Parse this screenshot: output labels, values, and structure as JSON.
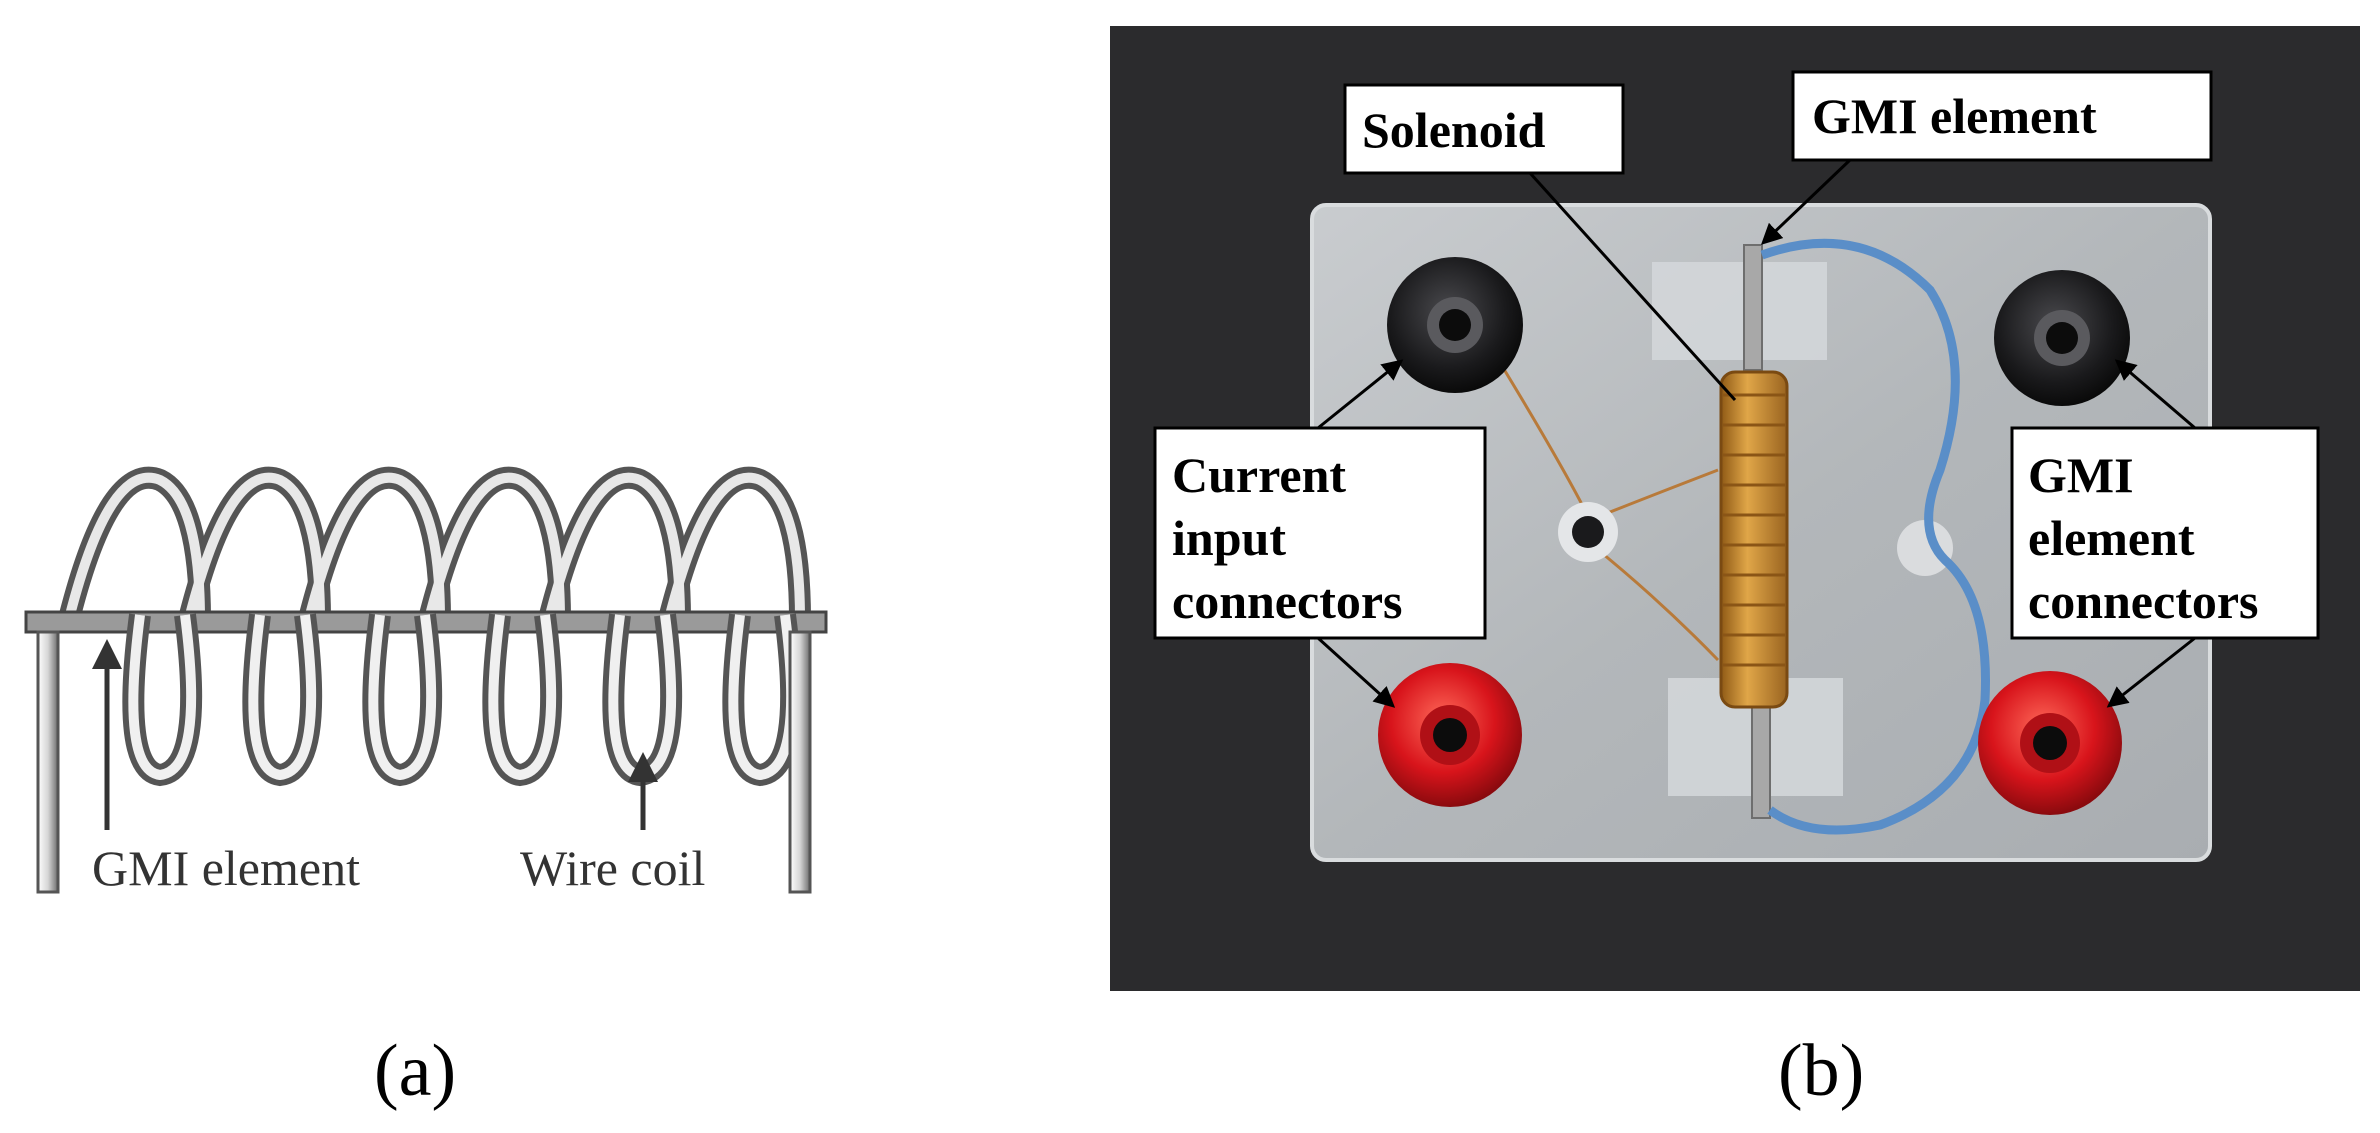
{
  "panel_a": {
    "panel_label": "(a)",
    "labels": {
      "gmi_element": "GMI element",
      "wire_coil": "Wire coil"
    }
  },
  "panel_b": {
    "panel_label": "(b)",
    "callouts": {
      "solenoid": "Solenoid",
      "gmi_element": "GMI element",
      "current_input": [
        "Current",
        "input",
        "connectors"
      ],
      "gmi_element_connectors": [
        "GMI",
        "element",
        "connectors"
      ]
    }
  },
  "colors": {
    "photo_background": "#2b2b2d",
    "board": "#b8bcbf",
    "black_connector": "#1a1a1c",
    "red_connector": "#d8141b",
    "copper_coil": "#c98a2e",
    "blue_wire": "#5a8ec8"
  }
}
